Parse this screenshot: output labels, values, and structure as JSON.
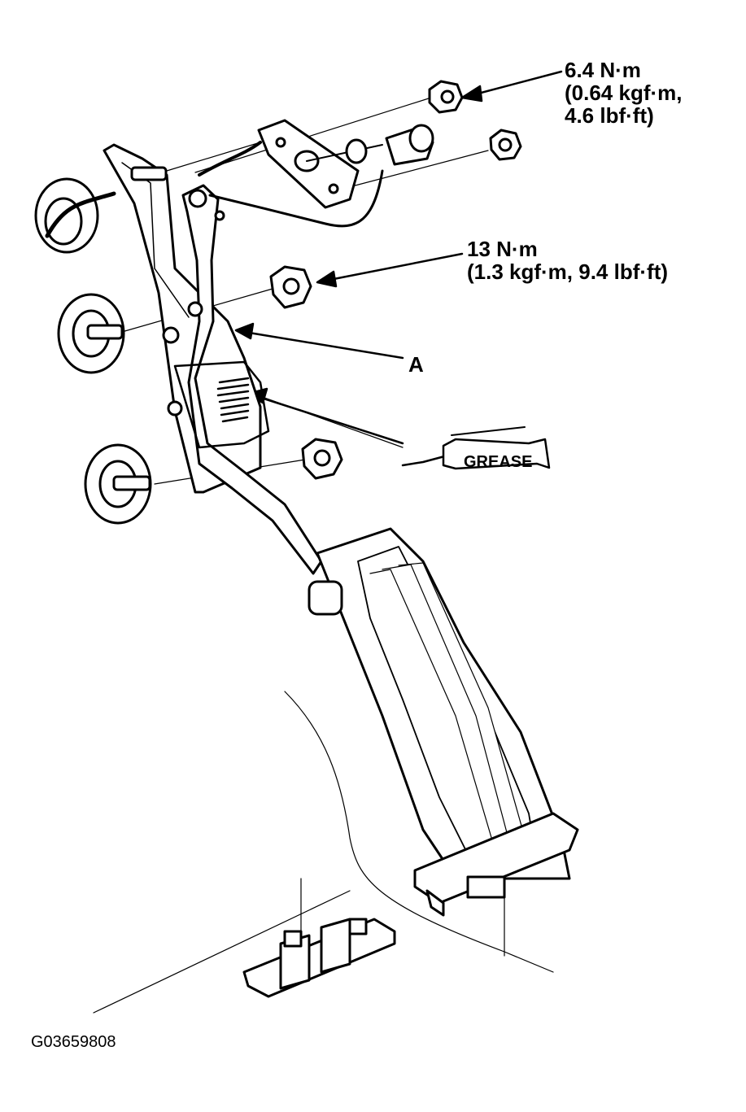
{
  "callouts": {
    "torque_nut_top": [
      "6.4 N·m",
      "(0.64 kgf·m,",
      "4.6 lbf·ft)"
    ],
    "torque_nut_mid": [
      "13 N·m",
      "(1.3 kgf·m, 9.4 lbf·ft)"
    ],
    "part_a": "A",
    "grease_label": "GREASE"
  },
  "figure_code": "G03659808",
  "icons": [
    "grease-tube-icon"
  ],
  "colors": {
    "ink": "#000000",
    "paper": "#ffffff"
  }
}
